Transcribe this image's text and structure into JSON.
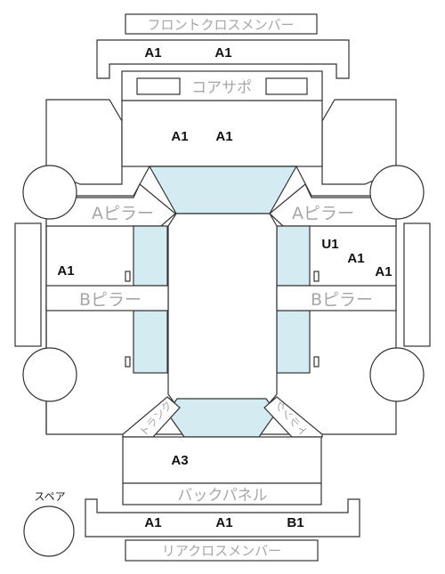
{
  "parts": {
    "front_cross_member": "フロントクロスメンバー",
    "core_support": "コアサポ",
    "a_pillar_left": "Aピラー",
    "a_pillar_right": "Aピラー",
    "b_pillar_left": "Bピラー",
    "b_pillar_right": "Bピラー",
    "trunk_left": "トランク",
    "trunk_right": "トランク",
    "back_panel": "バックパネル",
    "rear_cross_member": "リアクロスメンバー",
    "spare": "スペア"
  },
  "codes": {
    "front_member_left": "A1",
    "front_member_right": "A1",
    "front_hood_left": "A1",
    "front_hood_right": "A1",
    "u1": "U1",
    "right_door_1": "A1",
    "right_door_2": "A1",
    "left_door": "A1",
    "trunk": "A3",
    "rear_member_left": "A1",
    "rear_member_mid": "A1",
    "rear_member_right": "B1"
  }
}
